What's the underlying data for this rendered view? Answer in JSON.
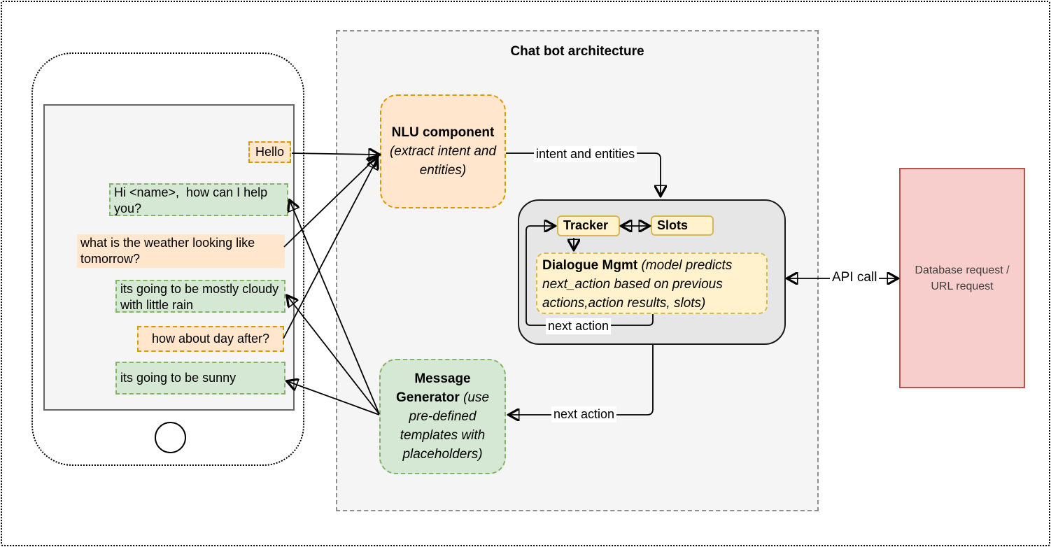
{
  "phone": {
    "messages": [
      {
        "text": "Hello",
        "sender": "user"
      },
      {
        "text": "Hi <name>,  how can I help you?",
        "sender": "bot"
      },
      {
        "text": "what is the weather looking like tomorrow?",
        "sender": "user"
      },
      {
        "text": "its going to be mostly cloudy with little rain",
        "sender": "bot"
      },
      {
        "text": "how about day after?",
        "sender": "user"
      },
      {
        "text": "its going to be sunny",
        "sender": "bot"
      }
    ]
  },
  "architecture": {
    "title": "Chat bot architecture",
    "nlu": {
      "title": "NLU component",
      "subtitle": "(extract intent and entities)"
    },
    "dialogue": {
      "tracker_label": "Tracker",
      "slots_label": "Slots",
      "mgmt_title": "Dialogue Mgmt ",
      "mgmt_subtitle": "(model predicts next_action based on previous actions,action results, slots)"
    },
    "message_generator": {
      "title": "Message Generator ",
      "subtitle": "(use pre-defined templates with placeholders)"
    }
  },
  "external": {
    "database_label": "Database request / URL request"
  },
  "edge_labels": {
    "intent_entities": "intent and entities",
    "next_action_loop": "next action",
    "next_action_to_generator": "next action",
    "api_call": "API call"
  },
  "colors": {
    "user_message_fill": "#FFE6CC",
    "user_message_border": "#D79B00",
    "bot_message_fill": "#D5E8D4",
    "bot_message_border": "#82B366",
    "state_fill": "#FFF2CC",
    "state_border": "#D6B656",
    "database_fill": "#F8CECC",
    "database_border": "#B85450",
    "container_fill": "#F5F5F5",
    "dialogue_box_fill": "#E6E6E6"
  }
}
